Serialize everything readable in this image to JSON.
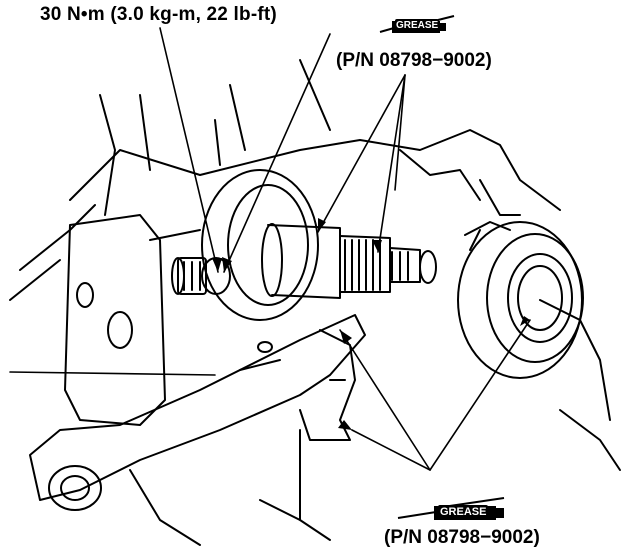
{
  "labels": {
    "torque": "30 N•m (3.0 kg-m, 22 lb-ft)",
    "part_number_top": "(P/N 08798−9002)",
    "part_number_bottom": "(P/N 08798−9002)",
    "grease_top": "GREASE",
    "grease_bottom": "GREASE"
  },
  "icons": {
    "grease_tube": "grease-tube-icon"
  },
  "colors": {
    "ink": "#000000",
    "paper": "#ffffff"
  }
}
